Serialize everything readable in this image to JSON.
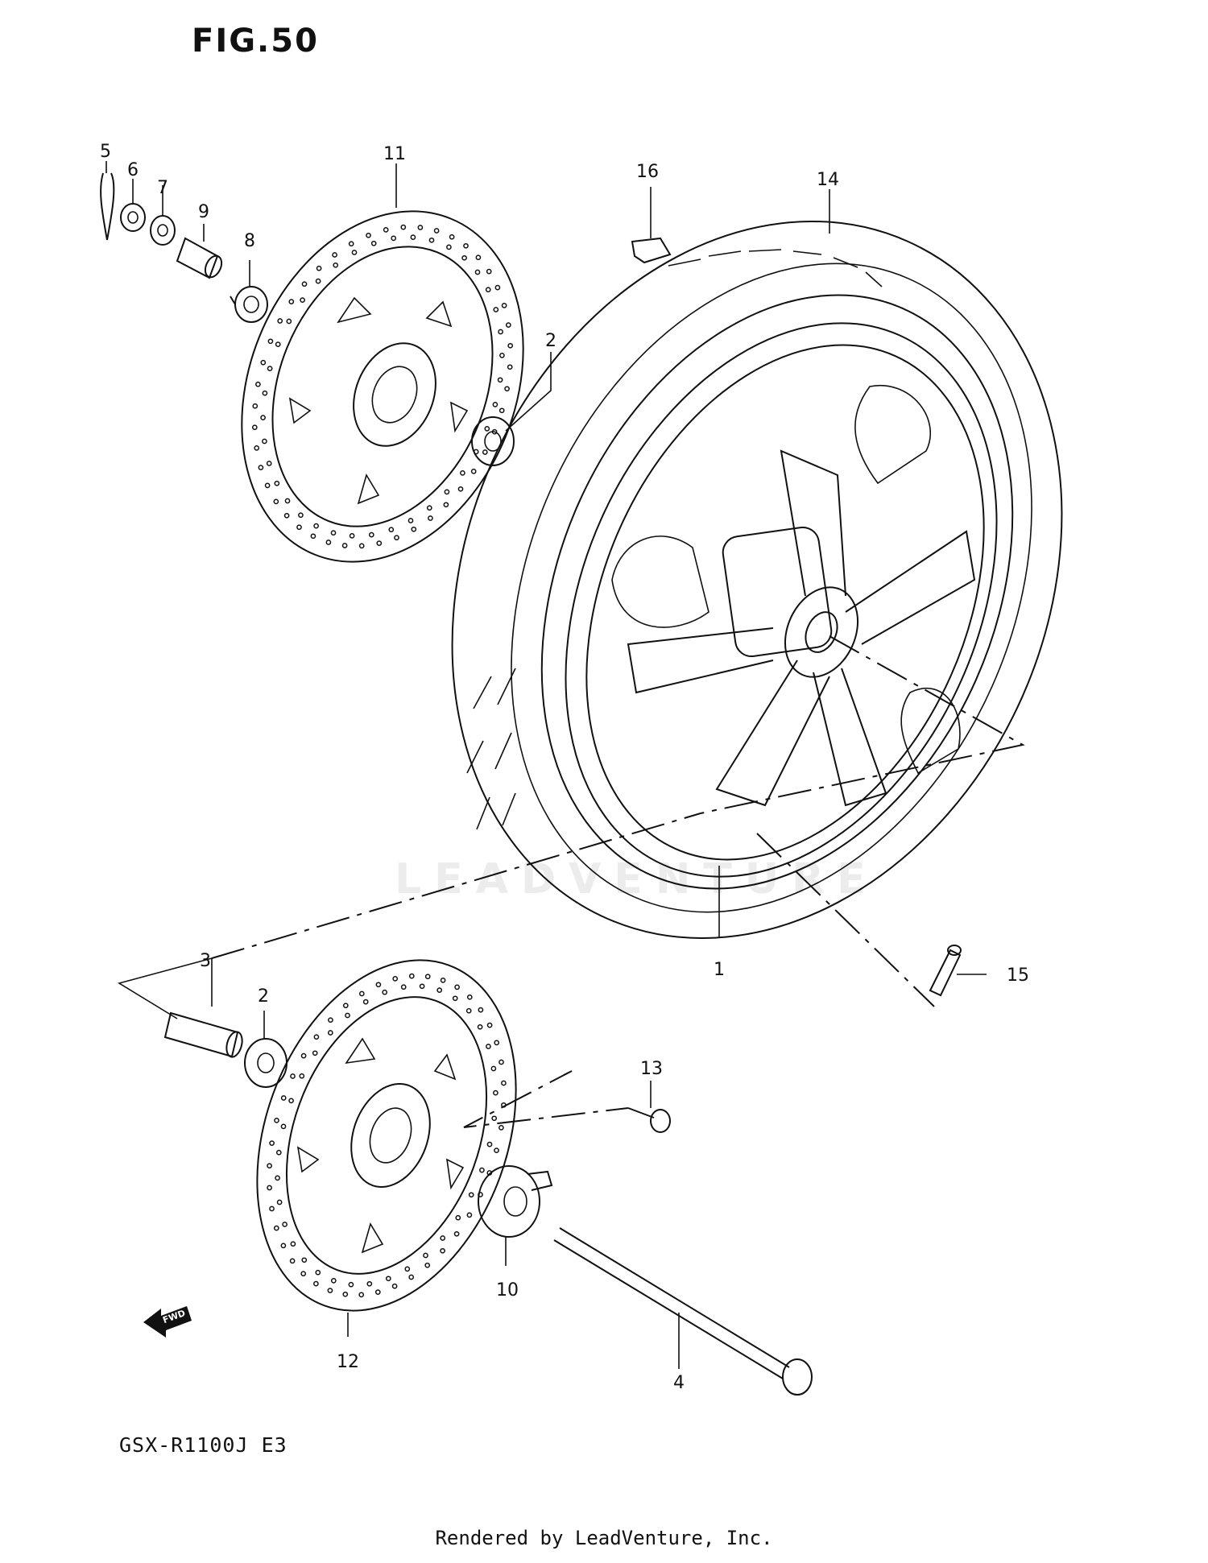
{
  "figure_title": "FIG.50",
  "model_code": "GSX-R1100J E3",
  "footer_text": "Rendered by LeadVenture, Inc.",
  "watermark_text": "LEADVENTURE",
  "fwd_label": "FWD",
  "callouts": {
    "c1": "1",
    "c2a": "2",
    "c2b": "2",
    "c3": "3",
    "c4": "4",
    "c5": "5",
    "c6": "6",
    "c7": "7",
    "c8": "8",
    "c9": "9",
    "c10": "10",
    "c11": "11",
    "c12": "12",
    "c13": "13",
    "c14": "14",
    "c15": "15",
    "c16": "16"
  }
}
